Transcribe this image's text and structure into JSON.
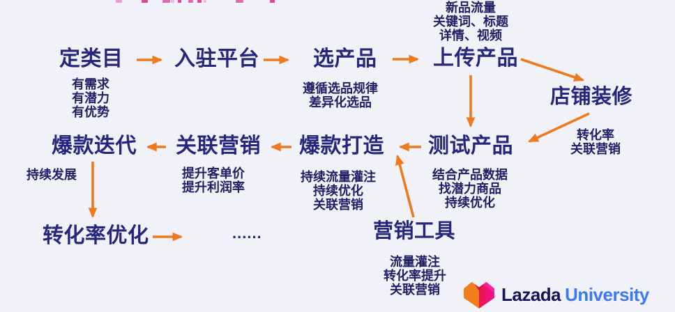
{
  "flow": {
    "nodes": [
      {
        "id": "define-category",
        "label": "定类目",
        "notes": [
          "有需求",
          "有潜力",
          "有优势"
        ]
      },
      {
        "id": "join-platform",
        "label": "入驻平台",
        "notes": []
      },
      {
        "id": "select-product",
        "label": "选产品",
        "notes": [
          "遵循选品规律",
          "差异化选品"
        ]
      },
      {
        "id": "upload-product",
        "label": "上传产品",
        "notes": [
          "新品流量",
          "关键词、标题",
          "详情、视频"
        ]
      },
      {
        "id": "store-decoration",
        "label": "店铺装修",
        "notes": [
          "转化率",
          "关联营销"
        ]
      },
      {
        "id": "test-product",
        "label": "测试产品",
        "notes": [
          "结合产品数据",
          "找潜力商品",
          "持续优化"
        ]
      },
      {
        "id": "hit-creation",
        "label": "爆款打造",
        "notes": [
          "持续流量灌注",
          "持续优化",
          "关联营销"
        ]
      },
      {
        "id": "related-marketing",
        "label": "关联营销",
        "notes": [
          "提升客单价",
          "提升利润率"
        ]
      },
      {
        "id": "hit-iteration",
        "label": "爆款迭代",
        "notes": [
          "持续发展"
        ]
      },
      {
        "id": "conversion-optimization",
        "label": "转化率优化",
        "notes": []
      },
      {
        "id": "ellipsis",
        "label": "......",
        "notes": []
      },
      {
        "id": "marketing-tools",
        "label": "营销工具",
        "notes": [
          "流量灌注",
          "转化率提升",
          "关联营销"
        ]
      }
    ],
    "edges": [
      {
        "from": "定类目",
        "to": "入驻平台"
      },
      {
        "from": "入驻平台",
        "to": "选产品"
      },
      {
        "from": "选产品",
        "to": "上传产品"
      },
      {
        "from": "上传产品",
        "to": "店铺装修"
      },
      {
        "from": "上传产品",
        "to": "测试产品"
      },
      {
        "from": "店铺装修",
        "to": "测试产品"
      },
      {
        "from": "测试产品",
        "to": "爆款打造"
      },
      {
        "from": "爆款打造",
        "to": "关联营销"
      },
      {
        "from": "关联营销",
        "to": "爆款迭代"
      },
      {
        "from": "爆款迭代",
        "to": "转化率优化"
      },
      {
        "from": "转化率优化",
        "to": "......"
      },
      {
        "from": "营销工具",
        "to": "爆款打造"
      }
    ]
  },
  "branding": {
    "brand": "Lazada",
    "suffix": "University"
  },
  "colors": {
    "background": "#f1f1f8",
    "node_text": "#26267c",
    "note_text": "#1f1f63",
    "arrow_orange": "#ee7a1d",
    "brand_navy": "#15155a",
    "brand_blue": "#3b79f3",
    "logo_orange": "#f08019",
    "logo_magenta": "#f826a5",
    "logo_red": "#e8174d",
    "logo_pink": "#f5108b",
    "title_fragment_pink": "#e06aae"
  }
}
